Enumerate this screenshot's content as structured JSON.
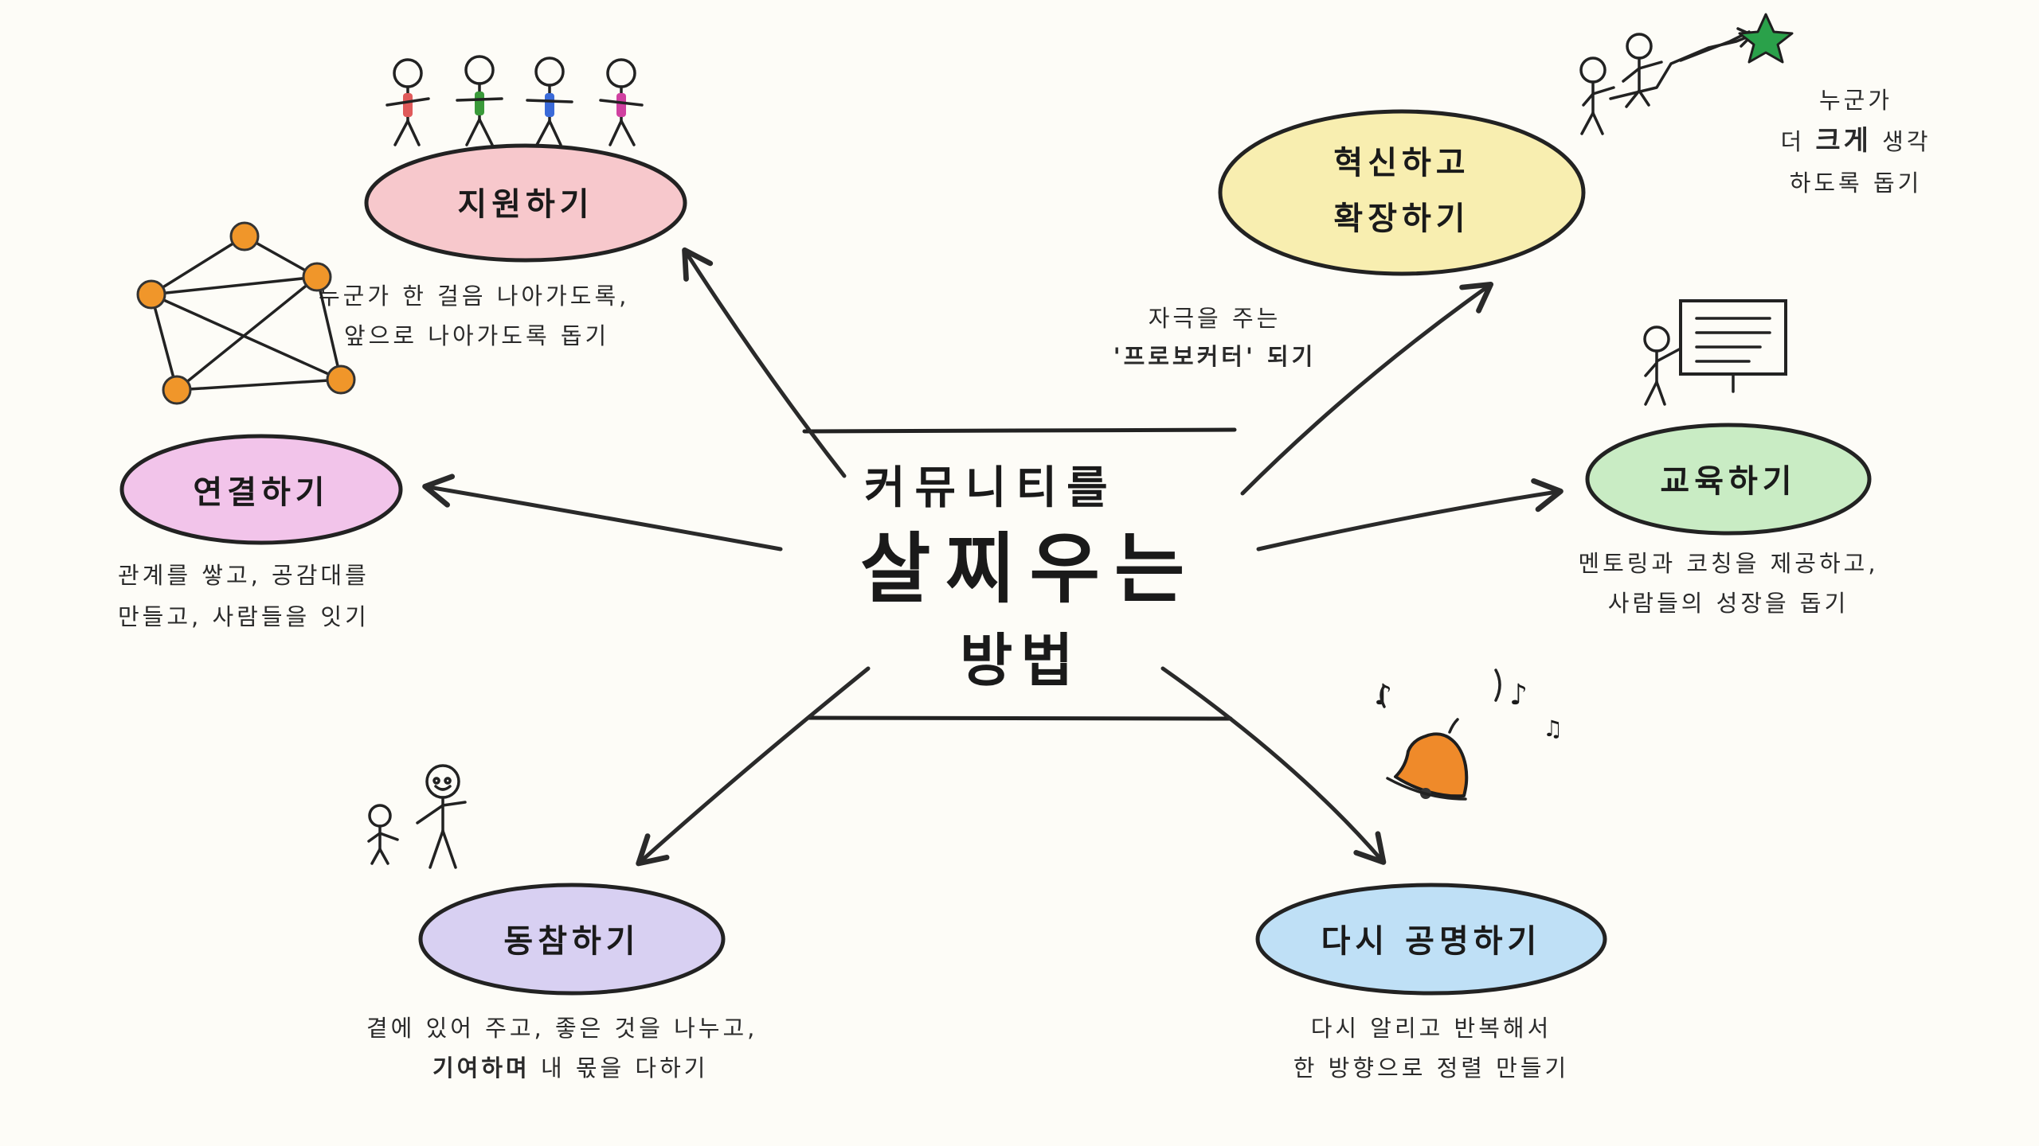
{
  "center": {
    "line1": "커뮤니티를",
    "line2": "살찌우는",
    "line3": "방법"
  },
  "nodes": {
    "support": {
      "label": "지원하기",
      "color": "#f7c8cc",
      "desc_line1": "누군가 한 걸음 나아가도록,",
      "desc_line2": "앞으로 나아가도록 돕기"
    },
    "innovate": {
      "label_line1": "혁신하고",
      "label_line2": "확장하기",
      "color": "#f8eeb0",
      "arrow_caption_line1": "자극을 주는",
      "arrow_caption_line2": "'프로보커터' 되기",
      "desc_line1": "누군가",
      "desc_line2_pre": "더 ",
      "desc_line2_bold": "크게",
      "desc_line2_post": " 생각",
      "desc_line3": "하도록 돕기"
    },
    "connect": {
      "label": "연결하기",
      "color": "#f2c4ea",
      "desc_line1": "관계를 쌓고, 공감대를",
      "desc_line2": "만들고, 사람들을 잇기"
    },
    "educate": {
      "label": "교육하기",
      "color": "#c9ecc4",
      "desc_line1": "멘토링과 코칭을 제공하고,",
      "desc_line2": "사람들의 성장을 돕기"
    },
    "participate": {
      "label": "동참하기",
      "color": "#d8d0f2",
      "desc_line1": "곁에 있어 주고, 좋은 것을 나누고,",
      "desc_line2_bold": "기여하며",
      "desc_line2_post": " 내 몫을 다하기"
    },
    "resonate": {
      "label": "다시 공명하기",
      "color": "#bfe0f6",
      "desc_line1": "다시 알리고 반복해서",
      "desc_line2": "한 방향으로 정렬 만들기"
    }
  },
  "icons": {
    "people_colors": [
      "#e05a5a",
      "#3a9a3a",
      "#3a6ad8",
      "#d040a0"
    ],
    "network_node_color": "#f0962a",
    "star_color": "#2aa14a",
    "bell_color": "#ef8a2a",
    "music_notes": [
      "♪",
      "♪",
      "♫"
    ]
  }
}
